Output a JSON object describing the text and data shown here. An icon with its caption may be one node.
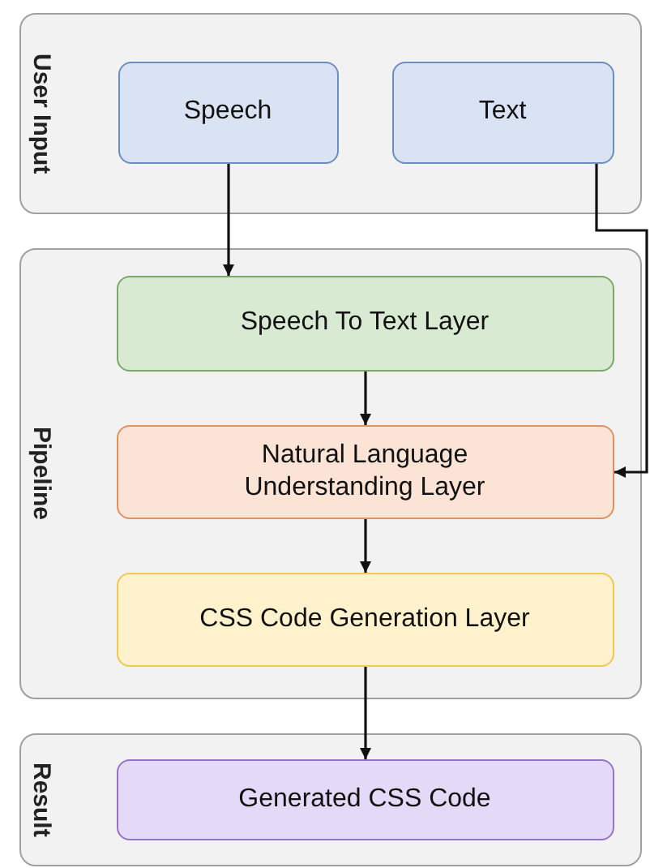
{
  "diagram": {
    "nodes": [
      {
        "text": [
          "User Input"
        ]
      },
      {
        "text": [
          "Speech"
        ],
        "in": 0
      },
      {
        "text": [
          "Text"
        ],
        "in": 0
      },
      {
        "text": [
          "Pipeline"
        ]
      },
      {
        "text": [
          "Speech To Text Layer"
        ],
        "in": 3
      },
      {
        "text": [
          "Natural Language Understanding Layer"
        ],
        "in": 3
      },
      {
        "text": [
          "CSS Code Generation Layer"
        ],
        "in": 3
      },
      {
        "text": [
          "Result"
        ]
      },
      {
        "text": [
          "Generated CSS Code"
        ],
        "in": 7
      }
    ],
    "edges": [
      {
        "from": 1,
        "to": 4,
        "arrow": "to"
      },
      {
        "from": 4,
        "to": 5,
        "arrow": "to"
      },
      {
        "from": 5,
        "to": 6,
        "arrow": "to"
      },
      {
        "from": 6,
        "to": 8,
        "arrow": "to"
      },
      {
        "from": 2,
        "to": 5,
        "arrow": "to"
      }
    ]
  }
}
